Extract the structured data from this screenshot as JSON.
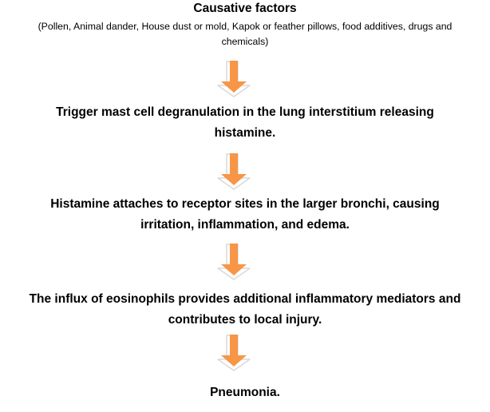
{
  "diagram": {
    "title": "Causative factors",
    "subtitle_line1": "(Pollen, Animal dander, House dust or mold, Kapok or feather pillows, food additives, drugs and",
    "subtitle_line2": "chemicals)",
    "steps": [
      {
        "line1": "Trigger mast cell degranulation in the lung interstitium releasing",
        "line2": "histamine."
      },
      {
        "line1": "Histamine attaches to receptor sites in the larger bronchi, causing",
        "line2": "irritation, inflammation, and edema."
      },
      {
        "line1": "The influx of eosinophils provides additional inflammatory mediators and",
        "line2": "contributes to local injury."
      },
      {
        "line1": "Pneumonia."
      }
    ]
  },
  "colors": {
    "arrow_fill": "#F79646",
    "arrow_outline": "#D9D9D9",
    "text": "#000000"
  },
  "icons": {
    "connector": "down-arrow-icon"
  }
}
